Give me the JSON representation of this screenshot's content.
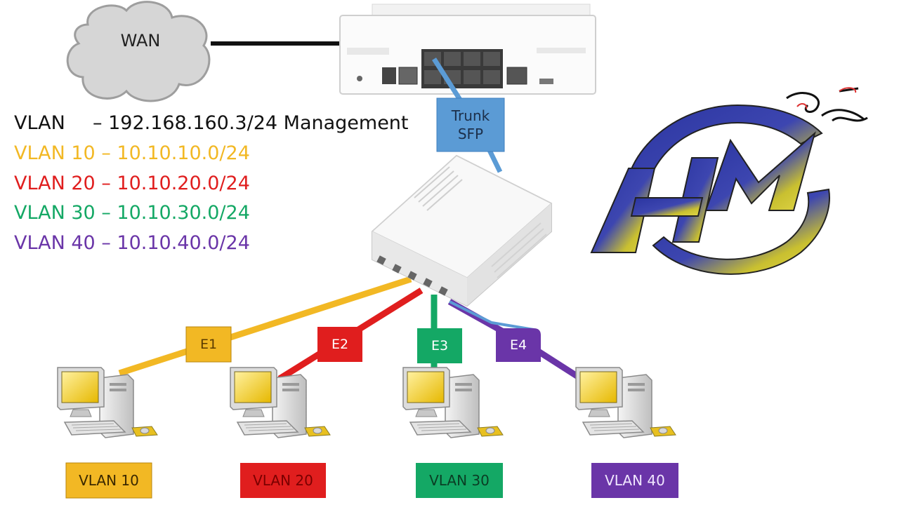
{
  "wan_label": "WAN",
  "trunk_label_line1": "Trunk",
  "trunk_label_line2": "SFP",
  "legend": [
    {
      "left": "VLAN",
      "right": "– 192.168.160.3/24 Management",
      "color": "#111111"
    },
    {
      "left": "VLAN 10",
      "right": "– 10.10.10.0/24",
      "color": "#f2b824"
    },
    {
      "left": "VLAN 20",
      "right": "– 10.10.20.0/24",
      "color": "#e01e1e"
    },
    {
      "left": "VLAN 30",
      "right": "– 10.10.30.0/24",
      "color": "#14a865"
    },
    {
      "left": "VLAN 40",
      "right": "– 10.10.40.0/24",
      "color": "#6a35a8"
    }
  ],
  "ports": [
    {
      "label": "E1",
      "color": "#f2b824"
    },
    {
      "label": "E2",
      "color": "#e01e1e"
    },
    {
      "label": "E3",
      "color": "#14a865"
    },
    {
      "label": "E4",
      "color": "#6a35a8"
    }
  ],
  "vlan_boxes": [
    {
      "label": "VLAN 10",
      "color": "#f2b824"
    },
    {
      "label": "VLAN 20",
      "color": "#e01e1e"
    },
    {
      "label": "VLAN 30",
      "color": "#14a865"
    },
    {
      "label": "VLAN 40",
      "color": "#6a35a8"
    }
  ],
  "trunk_color": "#5b9bd5",
  "logo_text": "HM",
  "icons": [
    "cloud-icon",
    "router-icon",
    "switch-icon",
    "computer-icon",
    "logo-icon"
  ]
}
